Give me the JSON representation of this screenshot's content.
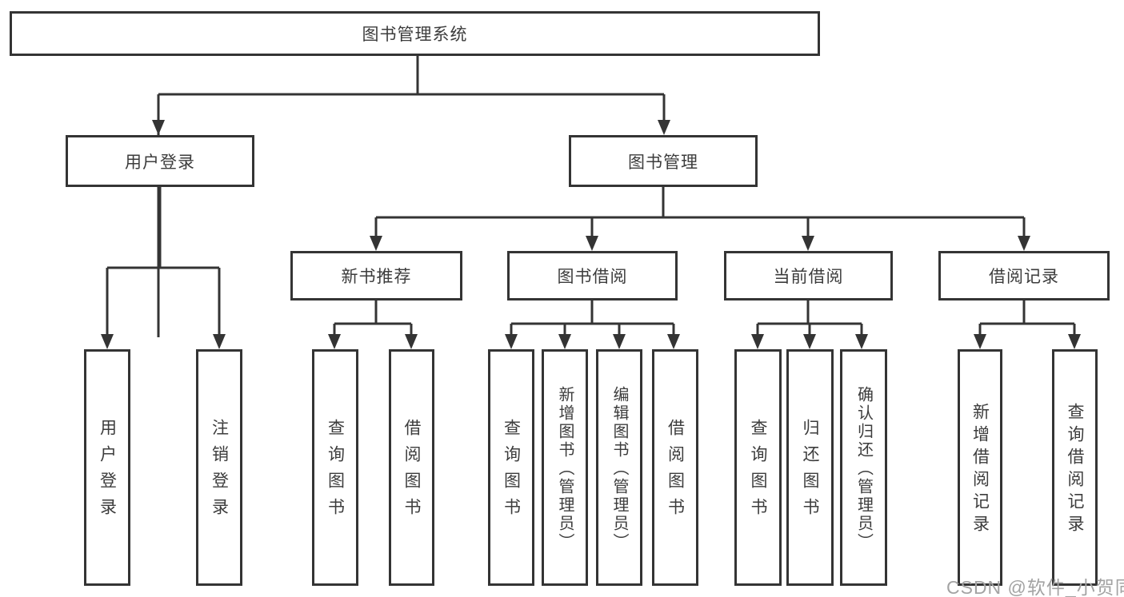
{
  "diagram": {
    "root": {
      "label": "图书管理系统"
    },
    "level2": [
      {
        "id": "user-login",
        "label": "用户登录"
      },
      {
        "id": "book-management",
        "label": "图书管理"
      }
    ],
    "level3": [
      {
        "id": "new-book-recommend",
        "label": "新书推荐"
      },
      {
        "id": "book-borrowing",
        "label": "图书借阅"
      },
      {
        "id": "current-borrowing",
        "label": "当前借阅"
      },
      {
        "id": "borrowing-records",
        "label": "借阅记录"
      }
    ],
    "leaves": [
      {
        "group": "user-login",
        "label": "用户登录"
      },
      {
        "group": "user-login",
        "label": "注销登录"
      },
      {
        "group": "new-book-recommend",
        "label": "查询图书"
      },
      {
        "group": "new-book-recommend",
        "label": "借阅图书"
      },
      {
        "group": "book-borrowing",
        "label": "查询图书"
      },
      {
        "group": "book-borrowing",
        "label": "新增图书（管理员）"
      },
      {
        "group": "book-borrowing",
        "label": "编辑图书（管理员）"
      },
      {
        "group": "book-borrowing",
        "label": "借阅图书"
      },
      {
        "group": "current-borrowing",
        "label": "查询图书"
      },
      {
        "group": "current-borrowing",
        "label": "归还图书"
      },
      {
        "group": "current-borrowing",
        "label": "确认归还（管理员）"
      },
      {
        "group": "borrowing-records",
        "label": "新增借阅记录"
      },
      {
        "group": "borrowing-records",
        "label": "查询借阅记录"
      }
    ],
    "watermark": "CSDN @软件_小贺同学",
    "colors": {
      "line": "#343434",
      "text": "#3c3c3c",
      "watermark": "#a3a3a3",
      "background": "#ffffff"
    }
  }
}
